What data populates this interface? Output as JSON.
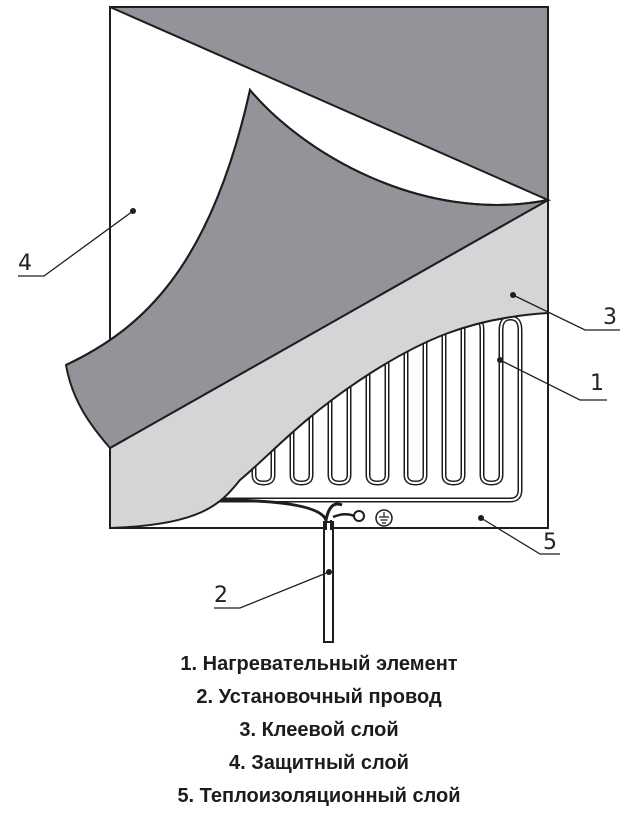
{
  "callouts": {
    "heating_element": "1",
    "install_wire": "2",
    "adhesive_layer": "3",
    "protective_layer": "4",
    "insulation_layer": "5"
  },
  "legend": {
    "items": [
      "1. Нагревательный элемент",
      "2. Установочный провод",
      "3. Клеевой слой",
      "4. Защитный слой",
      "5. Теплоизоляционный слой"
    ]
  },
  "colors": {
    "protective_layer": "#949399",
    "adhesive_layer": "#d5d5d7",
    "insulation_layer": "#ffffff",
    "outline": "#1e1e1e"
  }
}
